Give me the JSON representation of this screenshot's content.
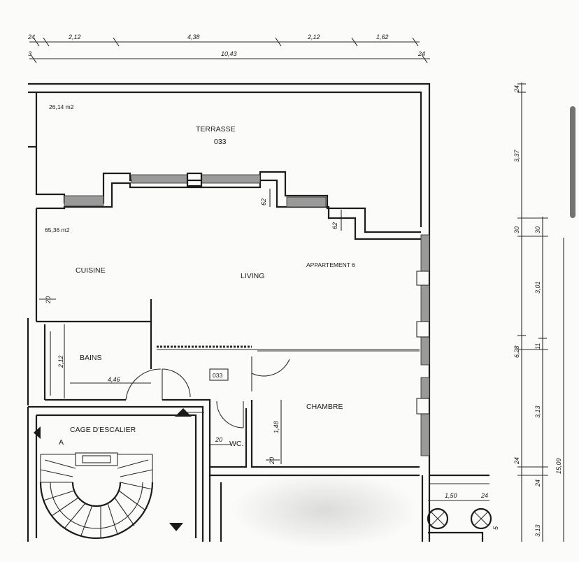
{
  "plan": {
    "top_dims": [
      "24",
      "2,12",
      "4,38",
      "2,12",
      "1,62"
    ],
    "total_width": "10,43",
    "left_mark": "3",
    "right_mark": "24",
    "rooms": {
      "terrasse_area": "26,14 m2",
      "terrasse_name": "TERRASSE",
      "terrasse_code": "033",
      "appt_area": "65,36 m2",
      "cuisine": "CUISINE",
      "living": "LIVING",
      "appartement": "APPARTEMENT 6",
      "bains": "BAINS",
      "chambre": "CHAMBRE",
      "wc": "WC.",
      "cage": "CAGE D'ESCALIER",
      "door_code": "033",
      "stair_mark": "A"
    },
    "inner_dims": {
      "win_left": "62",
      "win_right": "62",
      "d20a": "20",
      "bains_h": "2,12",
      "d446": "4,46",
      "wc_20": "20",
      "d148": "1,48",
      "d20b": "20",
      "d150": "1,50",
      "d24s": "24",
      "d5": "5"
    },
    "right_dims": [
      "24",
      "3,37",
      "30",
      "30",
      "3,01",
      "6,28",
      "11",
      "3,13",
      "24",
      "24",
      "15,09",
      "3,13"
    ]
  },
  "colors": {
    "ink": "#1c1c1c",
    "window_fill": "#9a9a9a",
    "paper": "#fbfbf9"
  }
}
